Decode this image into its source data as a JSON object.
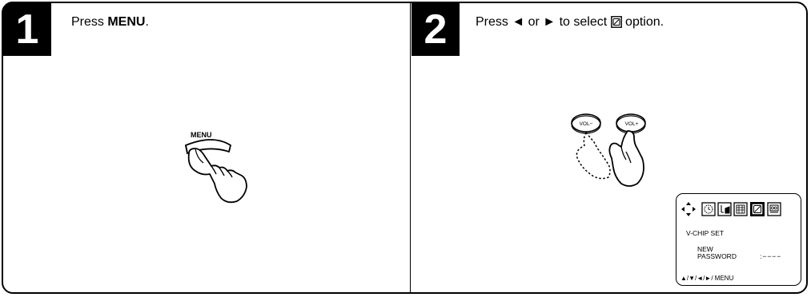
{
  "steps": [
    {
      "number": "1",
      "text_before": "Press ",
      "bold_text": "MENU",
      "text_after": ".",
      "button_label": "MENU"
    },
    {
      "number": "2",
      "text_before": "Press ◄ or ► to select ",
      "text_after": " option.",
      "vol_minus_label": "VOL−",
      "vol_plus_label": "VOL+"
    }
  ],
  "osd": {
    "title": "V-CHIP  SET",
    "field_label_line1": "NEW",
    "field_label_line2": "PASSWORD",
    "field_value": ":−−−−",
    "nav_hint": "▲/▼/◄/►/ MENU",
    "menu_icons": [
      "clock-icon",
      "sound-icon",
      "setup-icon",
      "vchip-icon",
      "caption-icon"
    ],
    "selected_icon": "vchip-icon"
  }
}
